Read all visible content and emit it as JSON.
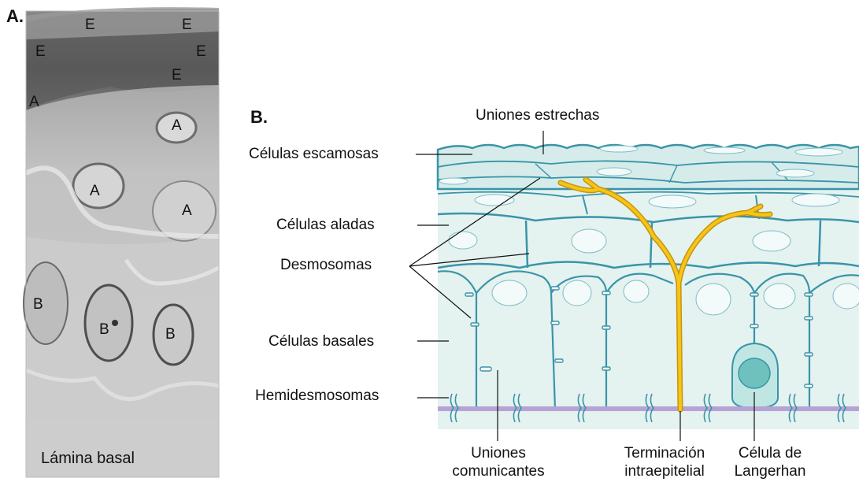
{
  "panel_a": {
    "letter": "A.",
    "layer_markers": [
      "E",
      "E",
      "E",
      "E",
      "E",
      "A",
      "A",
      "A",
      "A",
      "B",
      "B",
      "B"
    ],
    "bottom_label": "Lámina basal"
  },
  "panel_b": {
    "letter": "B.",
    "labels": {
      "tight_junctions": "Uniones estrechas",
      "squamous_cells": "Células escamosas",
      "winged_cells": "Células aladas",
      "desmosomes": "Desmosomas",
      "basal_cells": "Células basales",
      "hemidesmosomes": "Hemidesmosomas",
      "gap_junctions_1": "Uniones",
      "gap_junctions_2": "comunicantes",
      "nerve_ending_1": "Terminación",
      "nerve_ending_2": "intraepitelial",
      "langerhans_1": "Célula de",
      "langerhans_2": "Langerhan"
    },
    "colors": {
      "cell_fill": "#dcefed",
      "cell_stroke": "#3a94a8",
      "nerve": "#f5c518",
      "nerve_edge": "#c9930a",
      "basal_lamina": "#b6a3d6",
      "langerhans": "#8fd0cc"
    }
  }
}
